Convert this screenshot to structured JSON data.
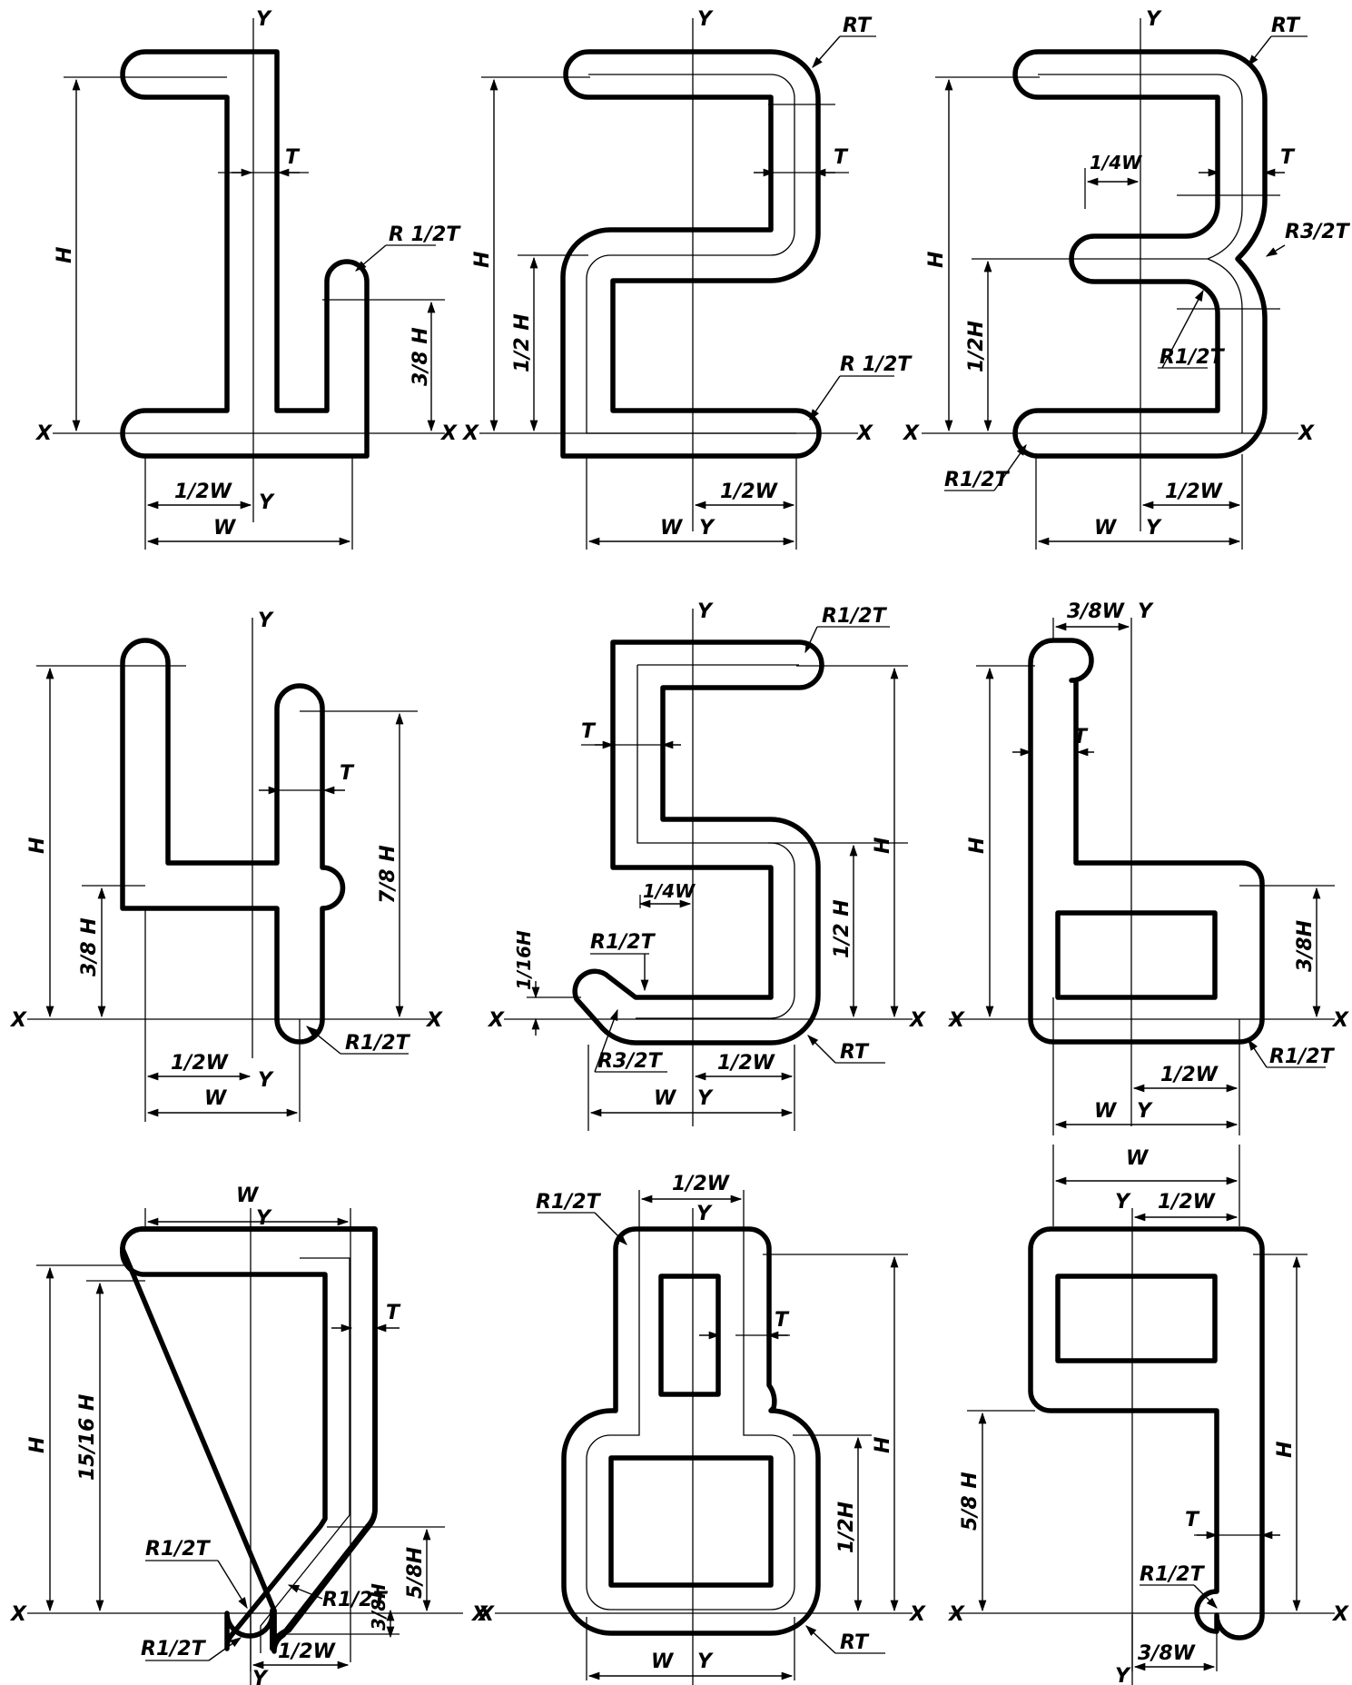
{
  "digits": [
    {
      "id": "1",
      "labels": [
        "Y",
        "X",
        "X",
        "T",
        "H",
        "3/8 H",
        "R 1/2T",
        "1/2W",
        "W",
        "Y"
      ]
    },
    {
      "id": "2",
      "labels": [
        "Y",
        "RT",
        "T",
        "H",
        "1/2 H",
        "R 1/2T",
        "X",
        "X",
        "1/2W",
        "W",
        "Y"
      ]
    },
    {
      "id": "3",
      "labels": [
        "Y",
        "RT",
        "T",
        "1/4W",
        "R3/2T",
        "H",
        "1/2H",
        "R1/2T",
        "X",
        "X",
        "R1/2T",
        "1/2W",
        "W",
        "Y"
      ]
    },
    {
      "id": "4",
      "labels": [
        "Y",
        "T",
        "H",
        "7/8 H",
        "3/8 H",
        "X",
        "X",
        "R1/2T",
        "1/2W",
        "Y",
        "W"
      ]
    },
    {
      "id": "5",
      "labels": [
        "Y",
        "R1/2T",
        "T",
        "H",
        "1/2 H",
        "1/4W",
        "R1/2T",
        "1/16H",
        "X",
        "X",
        "R3/2T",
        "1/2W",
        "RT",
        "W",
        "Y"
      ]
    },
    {
      "id": "6",
      "labels": [
        "3/8W",
        "Y",
        "T",
        "H",
        "3/8H",
        "X",
        "X",
        "R1/2T",
        "1/2W",
        "W",
        "Y"
      ]
    },
    {
      "id": "7",
      "labels": [
        "W",
        "Y",
        "T",
        "H",
        "15/16 H",
        "R1/2T",
        "R1/2T",
        "5/8H",
        "3/8H",
        "X",
        "X",
        "R1/2T",
        "1/2W",
        "Y"
      ]
    },
    {
      "id": "8",
      "labels": [
        "1/2W",
        "R1/2T",
        "Y",
        "T",
        "H",
        "1/2H",
        "X",
        "X",
        "RT",
        "W",
        "Y"
      ]
    },
    {
      "id": "9",
      "labels": [
        "W",
        "Y",
        "1/2W",
        "H",
        "5/8 H",
        "T",
        "R1/2T",
        "X",
        "X",
        "3/8W",
        "Y"
      ]
    }
  ]
}
